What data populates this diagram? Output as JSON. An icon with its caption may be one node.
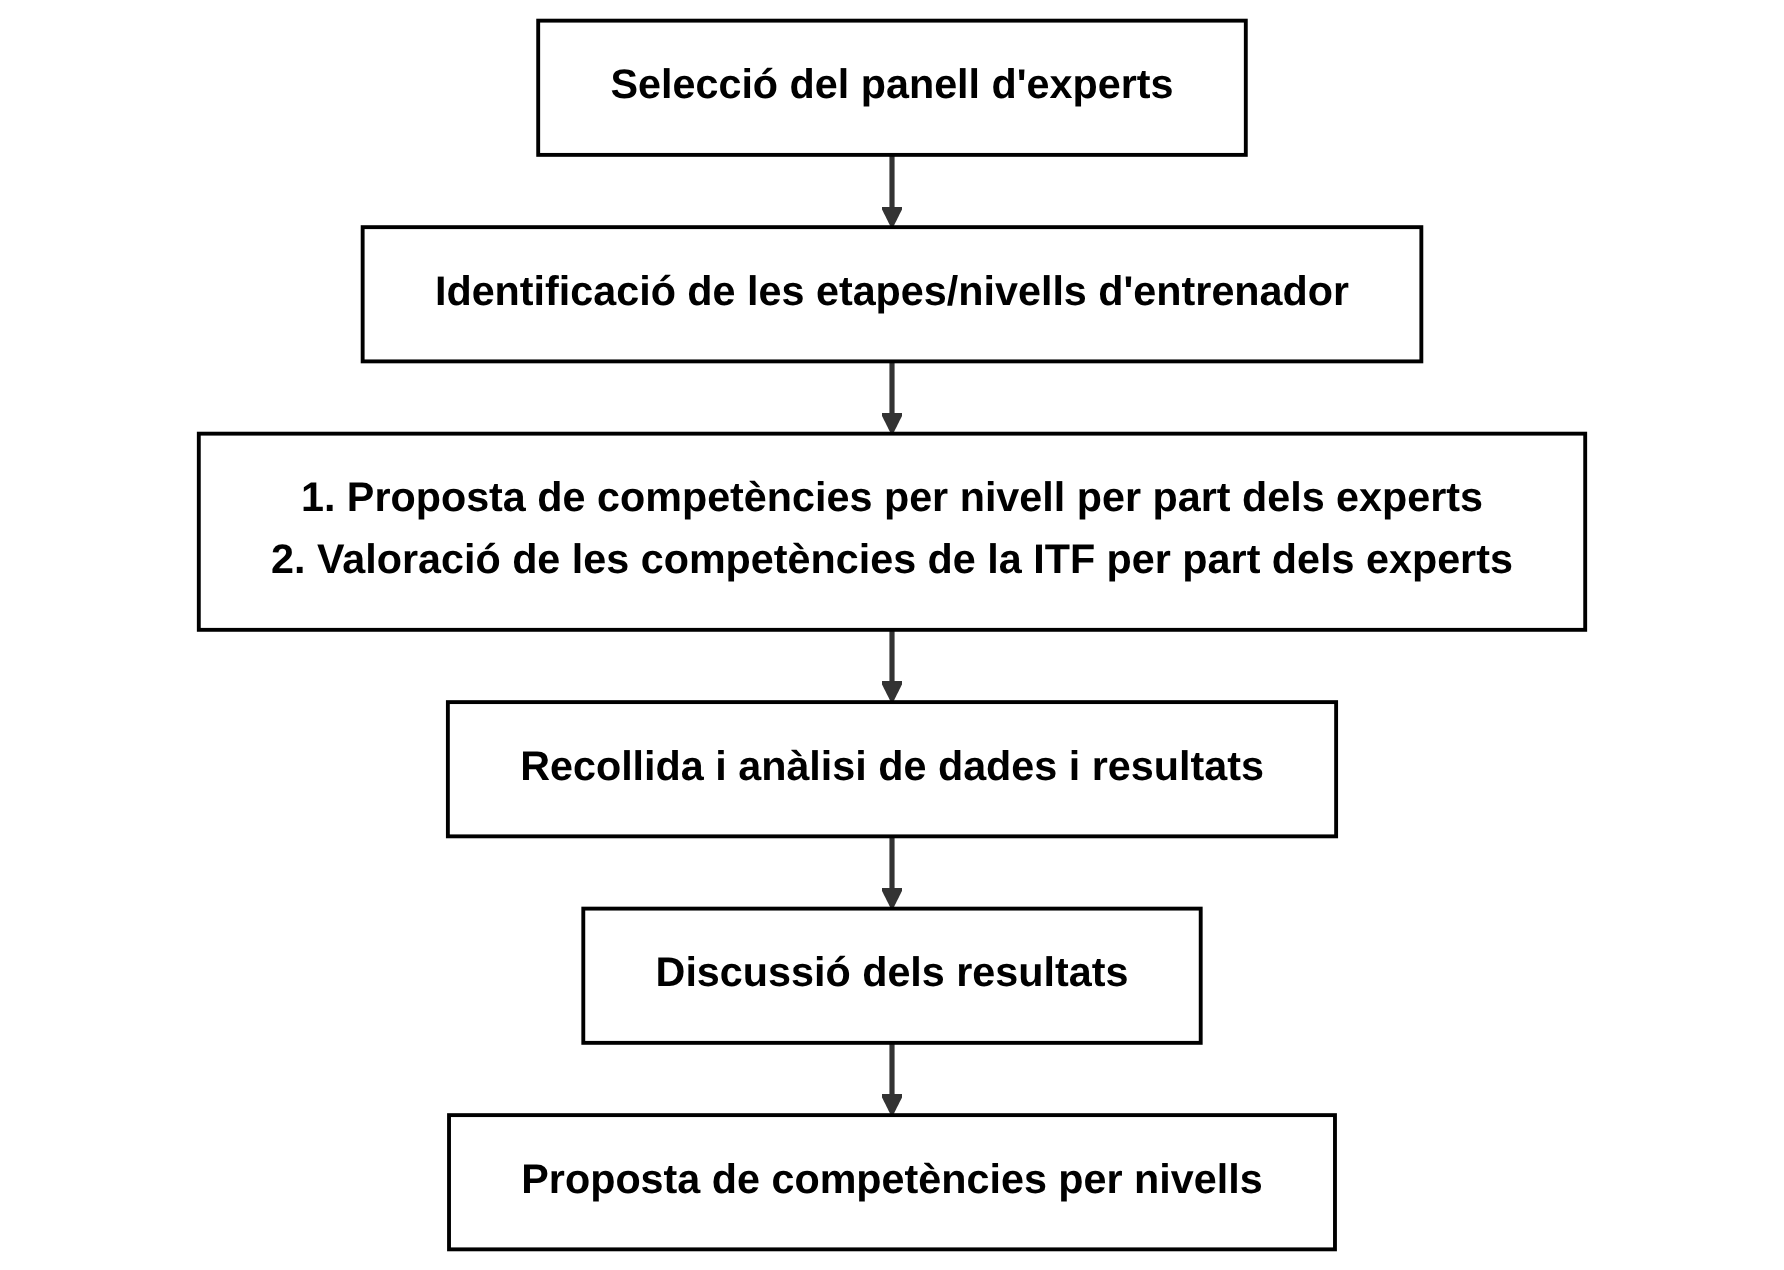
{
  "diagram": {
    "nodes": [
      {
        "text": [
          "Selecció del panell d'experts"
        ]
      },
      {
        "text": [
          "Identificació de les etapes/nivells d'entrenador"
        ]
      },
      {
        "text": [
          "1. Proposta de competències per nivell per part dels experts",
          "2. Valoració de les competències de la ITF per part dels experts"
        ]
      },
      {
        "text": [
          "Recollida i anàlisi de dades i resultats"
        ]
      },
      {
        "text": [
          "Discussió dels resultats"
        ]
      },
      {
        "text": [
          "Proposta de competències per nivells"
        ]
      }
    ],
    "edges": [
      {
        "from": 0,
        "to": 1,
        "arrow": "to"
      },
      {
        "from": 1,
        "to": 2,
        "arrow": "to"
      },
      {
        "from": 2,
        "to": 3,
        "arrow": "to"
      },
      {
        "from": 3,
        "to": 4,
        "arrow": "to"
      },
      {
        "from": 4,
        "to": 5,
        "arrow": "to"
      }
    ]
  }
}
